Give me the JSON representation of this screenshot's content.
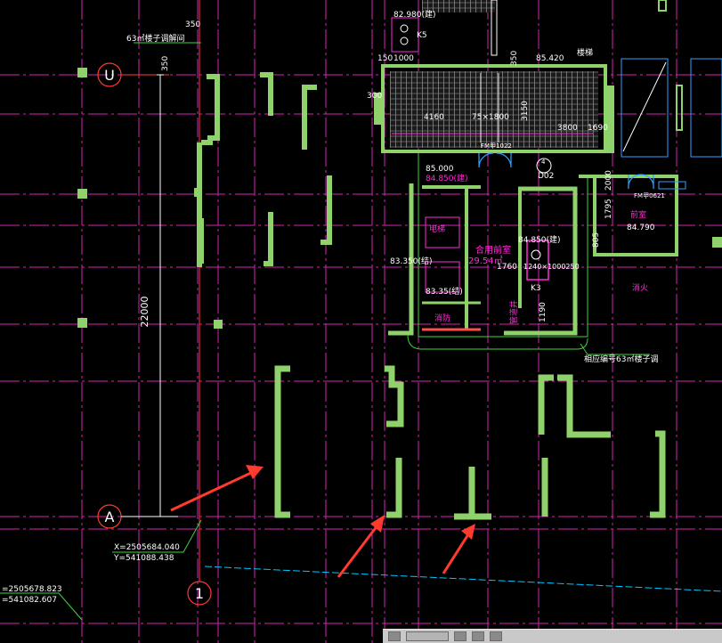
{
  "colors": {
    "background": "#000000",
    "grid_line": "#ff2bd6",
    "wall": "#8fd16a",
    "text": "#ffffff",
    "annotation_arrow": "#ff3b30",
    "dimension_line": "#00c8ff",
    "leader": "#3cd43c",
    "hatch": "#c8c8c8",
    "door": "#2fa0ff"
  },
  "grid_axes": {
    "u_label": "U",
    "a_label": "A",
    "one_label": "1"
  },
  "labels": {
    "dim_350_top": "350",
    "dim_350_left": "350",
    "leader_top_left": "63㎡楼子调解间",
    "dim_22000": "22000",
    "coord_a_x": "X=2505684.040",
    "coord_a_y": "Y=541088.438",
    "coord_b_x": "=2505678.823",
    "coord_b_y": "=541082.607",
    "elev_top": "82.980(建)",
    "elev_k5": "K5",
    "dim_150": "150",
    "dim_1000": "1000",
    "elev_85420": "85.420",
    "label_stair_top": "楼梯",
    "dim_350_stair": "350",
    "dim_3150": "3150",
    "dim_300": "300",
    "dim_4160": "4160",
    "dim_1800": "75×1800",
    "dim_3800": "3800",
    "dim_1690": "1690",
    "door_fm": "FM甲1022",
    "elev_85000": "85.000",
    "elev_84850": "84.850(建)",
    "door_d02": "D02",
    "mark_4": "4",
    "label_dianti": "电梯",
    "label_hall": "合用前室",
    "area_hall": "29.54㎡",
    "elev_83350_left": "83.350(结)",
    "elev_83350_mid": "83.35(结)",
    "elev_84850_mid": "84.850(建)",
    "dim_1760": "1760",
    "dim_1240": "1240×1000250",
    "mark_k3": "K3",
    "dim_1190": "1190",
    "label_pipe": "管道井",
    "label_room_right": "前室",
    "elev_84790": "84.790",
    "door_right": "FM甲0621",
    "dim_2000": "2000",
    "dim_1795": "1795",
    "dim_805": "805",
    "leader_bottom": "相应编号63㎡楼子调",
    "label_small": "消火",
    "label_small2": "消防"
  }
}
